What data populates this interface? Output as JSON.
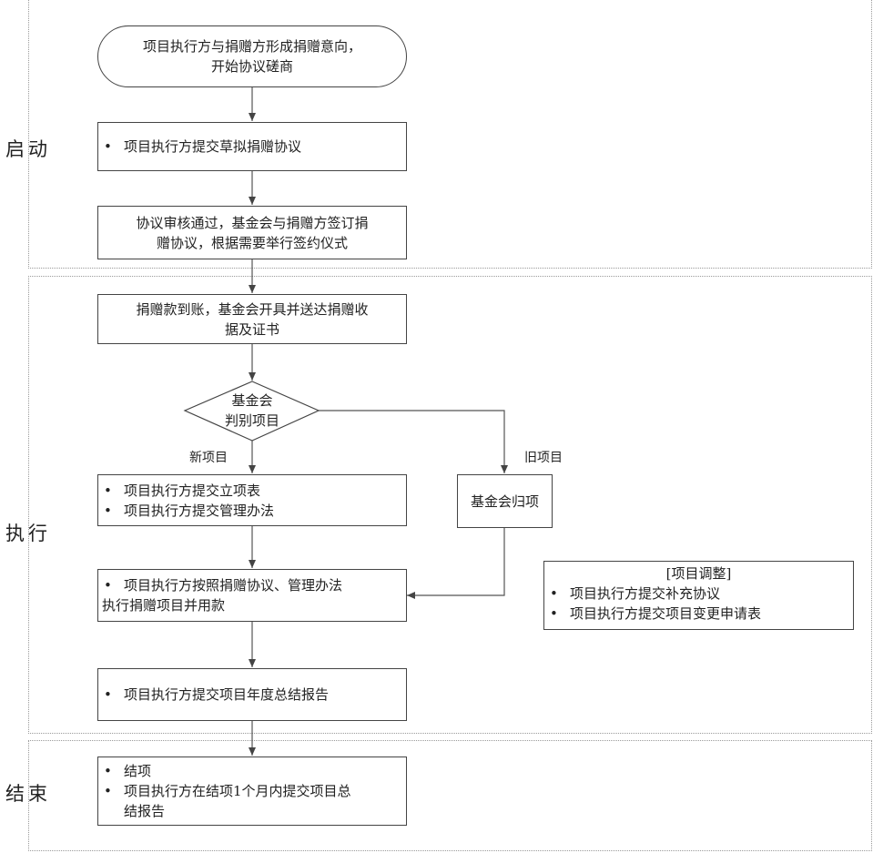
{
  "phases": {
    "start": "启动",
    "execute": "执行",
    "close": "结束"
  },
  "nodes": {
    "start_node": [
      "项目执行方与捐赠方形成捐赠意向，",
      "开始协议磋商"
    ],
    "submit_draft": [
      "项目执行方提交草拟捐赠协议"
    ],
    "sign_agreement": [
      "协议审核通过，基金会与捐赠方签订捐",
      "赠协议，根据需要举行签约仪式"
    ],
    "receipt": [
      "捐赠款到账，基金会开具并送达捐赠收",
      "据及证书"
    ],
    "decision": [
      "基金会",
      "判别项目"
    ],
    "new_project": [
      "项目执行方提交立项表",
      "项目执行方提交管理办法"
    ],
    "old_project": [
      "基金会归项"
    ],
    "implement": [
      "项目执行方按照捐赠协议、管理办法",
      "执行捐赠项目并用款"
    ],
    "annual_report": [
      "项目执行方提交项目年度总结报告"
    ],
    "closure": [
      "结项",
      "项目执行方在结项1个月内提交项目总",
      "结报告"
    ]
  },
  "branch_labels": {
    "new": "新项目",
    "old": "旧项目"
  },
  "adjustment": {
    "title": "[项目调整]",
    "items": [
      "项目执行方提交补充协议",
      "项目执行方提交项目变更申请表"
    ]
  }
}
